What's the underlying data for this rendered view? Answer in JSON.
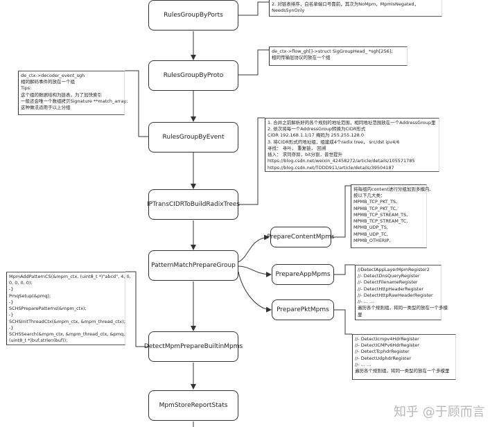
{
  "main_nodes": [
    "RulesGroupByPorts",
    "RulesGroupByProto",
    "RulesGroupByEvent",
    "IPTransCIDRToBuildRadixTrees",
    "PatternMatchPrepareGroup",
    "DetectMpmPrepareBuiltinMpms",
    "MpmStoreReportStats"
  ],
  "side_nodes": [
    "PrepareContentMpms",
    "PrepareAppMpms",
    "PreparePktMpms"
  ],
  "notes": {
    "ports": [
      "2. 对链表排序，白名单端口号靠前，其次为NoMpm，MpmIsNegated，",
      "NeedsSynOnly"
    ],
    "proto": [
      "de_ctx->flow_gh[]->struct SigGroupHead_ *sgh[256];",
      "相同传输层协议的放在一个组"
    ],
    "event": [
      "de_ctx->decoder_event_sgh",
      "相同解码事件的放在一个组",
      "Tips:",
      "这个组的数据结构为链表，为了加快索引",
      "一般还会唯一个数组拷贝Signature **match_array;",
      "这种做法适用于以上分组"
    ],
    "cidr": [
      "1. 合并之前解析好的各个规则的地址范围，相同地址范围放在一个AddressGroup里",
      "2. 依次将每一个AddressGroup转换为CIDR形式",
      "CIDR 192.168.1.1/17 掩码为 255.255.128.0",
      "3. 将CIDR形式的地址组，组建成4个radix tree， src/dst ipv4/6",
      "寻找：  寻叶，  重复链，  回溯",
      "插入：  求同存异，bit分割，普世提升",
      " https://blog.csdn.net/weixin_42458272/article/details/105571785",
      " https://blog.csdn.net/TODD911/article/details/39504187"
    ],
    "content": [
      "将每组内content进行分组加到多模内,",
      "按以下几大类：",
      "MPMB_TCP_PKT_TS,",
      "MPMB_TCP_PKT_TC,",
      "MPMB_TCP_STREAM_TS,",
      "MPMB_TCP_STREAM_TC,",
      "MPMB_UDP_TS,",
      "MPMB_UDP_TC,",
      " MPMB_OTHERIP,"
    ],
    "app": [
      "//DetectAppLayerMpmRegister2",
      " //- DetectDnsQueryRegister",
      " //- DetectFilenameRegister",
      " //- DetectHttpHeaderRegister",
      " //- DetectHttpRawHeaderRegister",
      " //- ... ...",
      " 遍历各个规则组，将同一类型的放在一个多模",
      " 里"
    ],
    "pkt": [
      " //- DetectIcmpv4HdrRegister",
      " //- DetectICMPv6HdrRegister",
      " //- DetectTcphdrRegister",
      " //- DetectUdphdrRegister",
      " //- ... ...",
      " 遍历各个规则组，将同一类型的放在一个多模里"
    ],
    "builtin": [
      "MpmAddPatternCS(&mpm_ctx, (uint8_t *)\"abcd\", 4, 0,",
      "0, 0, 0, 0);",
      "-}",
      "PmqSetup(&pmq);",
      "-}",
      "SCHSPreparePatterns(&mpm_ctx);",
      "-}",
      "SCHSInitThreadCtx(&mpm_ctx, &mpm_thread_ctx);",
      "-}",
      "SCHSSearch(&mpm_ctx, &mpm_thread_ctx, &pmq,",
      "(uint8_t *)buf,strlen(buf));"
    ]
  },
  "watermark": "知乎 @于顾而言",
  "colors": {
    "line": "#333333",
    "box_border": "#333333",
    "watermark": "#b9b9b9"
  }
}
